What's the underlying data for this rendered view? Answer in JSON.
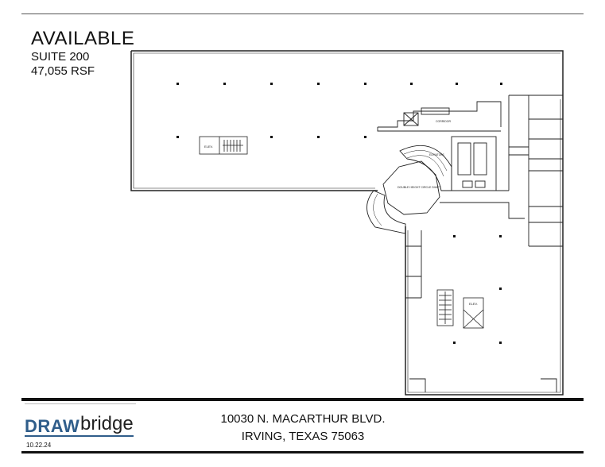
{
  "header": {
    "status": "AVAILABLE",
    "suite": "SUITE 200",
    "area": "47,055 RSF"
  },
  "plan": {
    "room_labels": {
      "elev_west": "ELEV.",
      "elev_south": "ELEV.",
      "atrium": "DOUBLE HEIGHT CIRCLE SHAFT",
      "core_top": "CORRIDOR",
      "core_mid": "ELEVATORS"
    }
  },
  "footer": {
    "logo_left": "DRAW",
    "logo_right": "bridge",
    "date": "10.22.24",
    "address_line1": "10030 N. MACARTHUR BLVD.",
    "address_line2": "IRVING, TEXAS 75063"
  }
}
